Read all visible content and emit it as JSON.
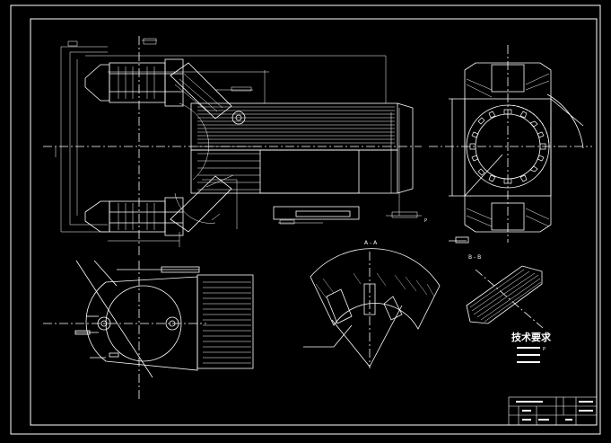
{
  "drawing": {
    "background": "#000000",
    "line_color": "#ffffff",
    "section_a_label": "A - A",
    "section_b_label": "B - B",
    "tech_requirements_title": "技术要求",
    "tech_requirements_marker": "P",
    "view_marker": "P"
  }
}
